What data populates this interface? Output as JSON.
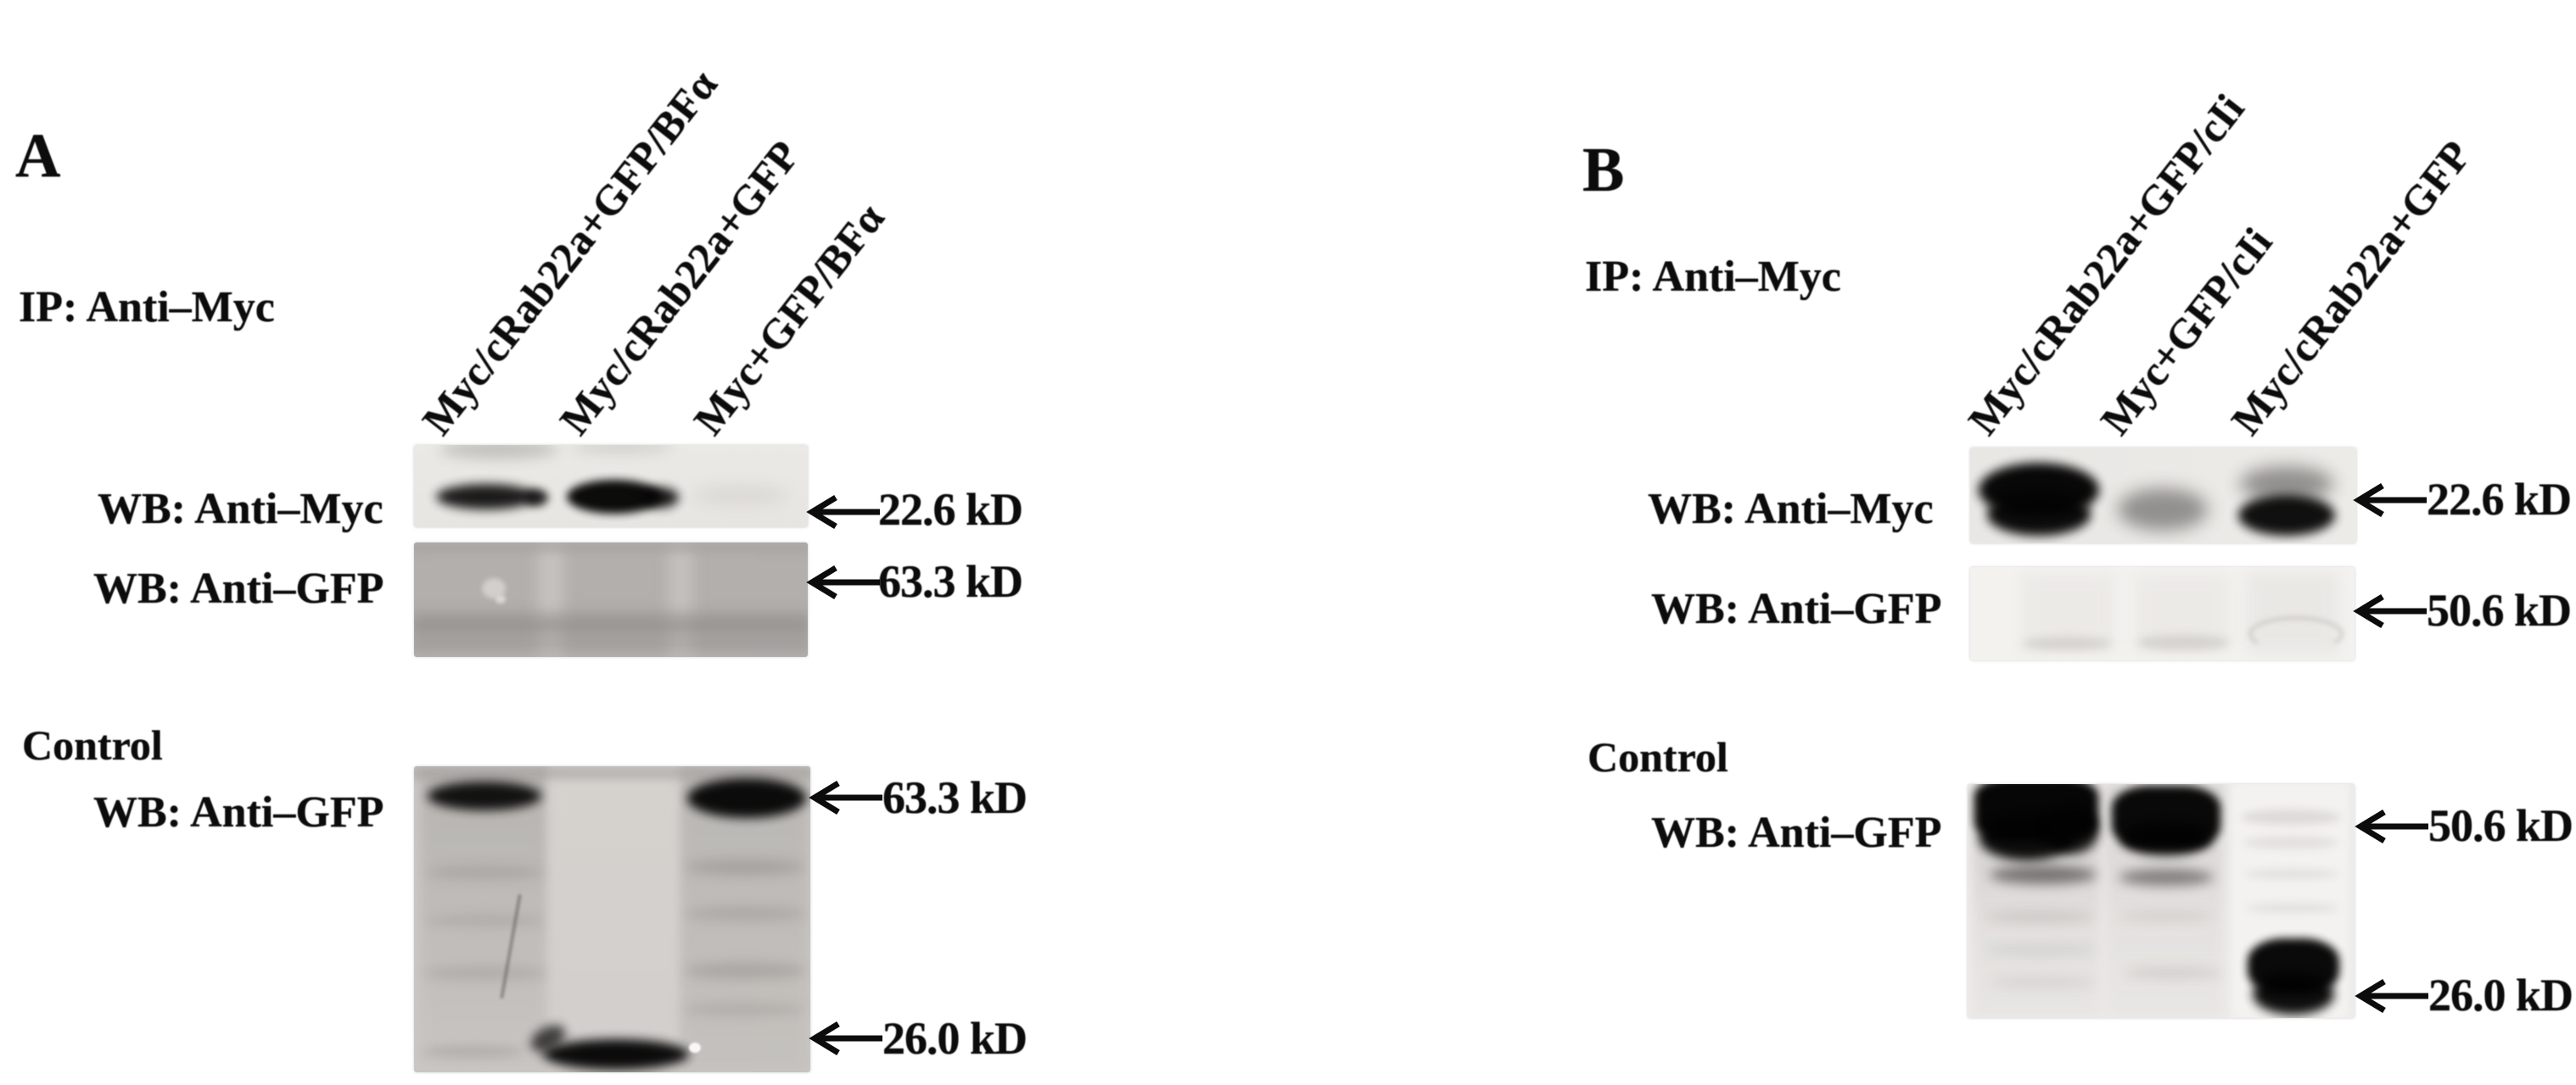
{
  "figure": {
    "background_color": "#ffffff",
    "text_color": "#0c0c0c",
    "panel_a": {
      "label": "A",
      "ip_label": "IP: Anti–Myc",
      "lane_labels": [
        "Myc/cRab22a+GFP/BFα",
        "Myc/cRab22a+GFP",
        "Myc+GFP/BFα"
      ],
      "ip_blots": [
        {
          "wb_label": "WB: Anti–Myc",
          "marker": "22.6 kD",
          "lane_bands": [
            "medium",
            "strong",
            "none"
          ]
        },
        {
          "wb_label": "WB: Anti–GFP",
          "marker": "63.3 kD",
          "lane_bands": [
            "faint",
            "faint",
            "faint"
          ]
        }
      ],
      "control_label": "Control",
      "control_blot": {
        "wb_label": "WB: Anti–GFP",
        "marker_upper": "63.3 kD",
        "marker_lower": "26.0 kD",
        "bands_upper": [
          "strong",
          "none",
          "strong"
        ],
        "bands_lower": [
          "none",
          "strong",
          "none"
        ]
      }
    },
    "panel_b": {
      "label": "B",
      "ip_label": "IP: Anti–Myc",
      "lane_labels": [
        "Myc/cRab22a+GFP/cIi",
        "Myc+GFP/cIi",
        "Myc/cRab22a+GFP"
      ],
      "ip_blots": [
        {
          "wb_label": "WB: Anti–Myc",
          "marker": "22.6 kD",
          "lane_bands": [
            "strong",
            "faint",
            "strong"
          ]
        },
        {
          "wb_label": "WB: Anti–GFP",
          "marker": "50.6 kD",
          "lane_bands": [
            "none",
            "none",
            "none"
          ]
        }
      ],
      "control_label": "Control",
      "control_blot": {
        "wb_label": "WB: Anti–GFP",
        "marker_upper": "50.6 kD",
        "marker_lower": "26.0 kD",
        "bands_upper": [
          "strong",
          "strong",
          "none"
        ],
        "bands_lower": [
          "none",
          "none",
          "strong"
        ]
      }
    }
  }
}
